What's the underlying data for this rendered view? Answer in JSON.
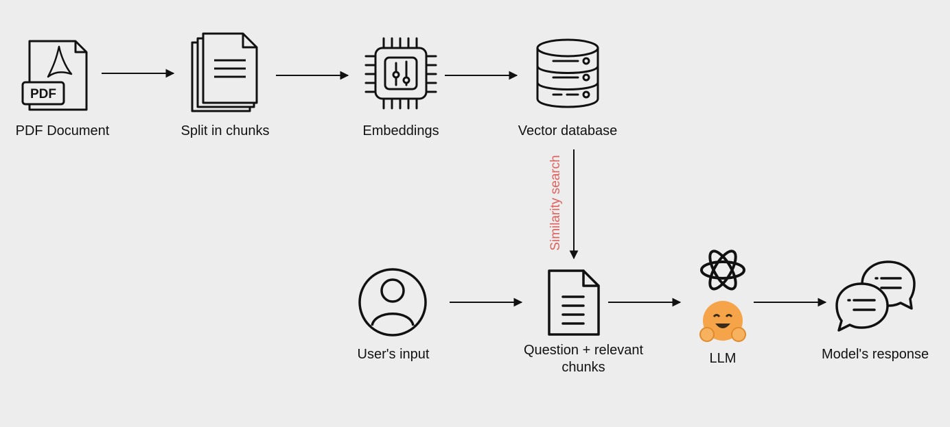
{
  "nodes": {
    "pdf": {
      "label": "PDF Document",
      "icon": "pdf-file-icon",
      "badge": "PDF"
    },
    "split": {
      "label": "Split in chunks",
      "icon": "stacked-documents-icon"
    },
    "embeddings": {
      "label": "Embeddings",
      "icon": "chip-icon"
    },
    "vectordb": {
      "label": "Vector database",
      "icon": "database-icon"
    },
    "user": {
      "label": "User's input",
      "icon": "user-icon"
    },
    "question": {
      "label": "Question + relevant chunks",
      "icon": "document-icon"
    },
    "llm": {
      "label": "LLM",
      "icons": [
        "openai-logo-icon",
        "hugging-face-icon"
      ]
    },
    "response": {
      "label": "Model's response",
      "icon": "chat-bubbles-icon"
    }
  },
  "edges": {
    "similarity_label": "Similarity search"
  },
  "colors": {
    "background": "#ededed",
    "stroke": "#111111",
    "edge_label": "#e0605c",
    "hugging_face": "#f5a44a"
  }
}
